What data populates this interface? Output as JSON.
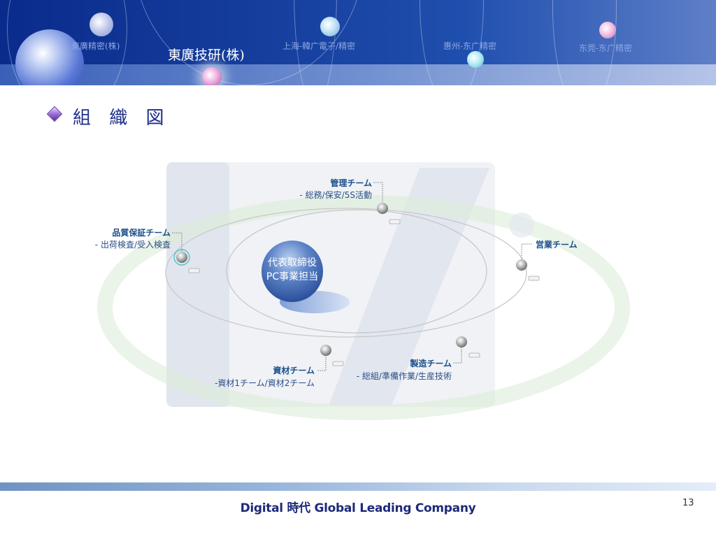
{
  "header": {
    "tabs": [
      {
        "label": "東廣精密(株)",
        "active": false
      },
      {
        "label": "東廣技研(株)",
        "active": true
      },
      {
        "label": "上海-韓广電子/精密",
        "active": false
      },
      {
        "label": "惠州-东广精密",
        "active": false
      },
      {
        "label": "东莞-东广精密",
        "active": false
      }
    ]
  },
  "page": {
    "title": "組 織 図",
    "slogan": "Digital 時代 Global Leading Company",
    "page_number": "13"
  },
  "diagram": {
    "center": {
      "line1": "代表取締役",
      "line2": "PC事業担当"
    },
    "teams": [
      {
        "id": "management",
        "name": "管理チーム",
        "duties": "- 総務/保安/5S活動"
      },
      {
        "id": "quality",
        "name": "品質保証チーム",
        "duties": "- 出荷検査/受入検査"
      },
      {
        "id": "sales",
        "name": "営業チーム",
        "duties": ""
      },
      {
        "id": "materials",
        "name": "資材チーム",
        "duties": "-資材1チーム/資材2チーム"
      },
      {
        "id": "manufacturing",
        "name": "製造チーム",
        "duties": "- 総組/準備作業/生産技術"
      }
    ]
  },
  "colors": {
    "banner": "#153d9c",
    "team_text": "#1a4f8a",
    "title_text": "#1d2f8a",
    "slogan_text": "#1c2a7a"
  }
}
